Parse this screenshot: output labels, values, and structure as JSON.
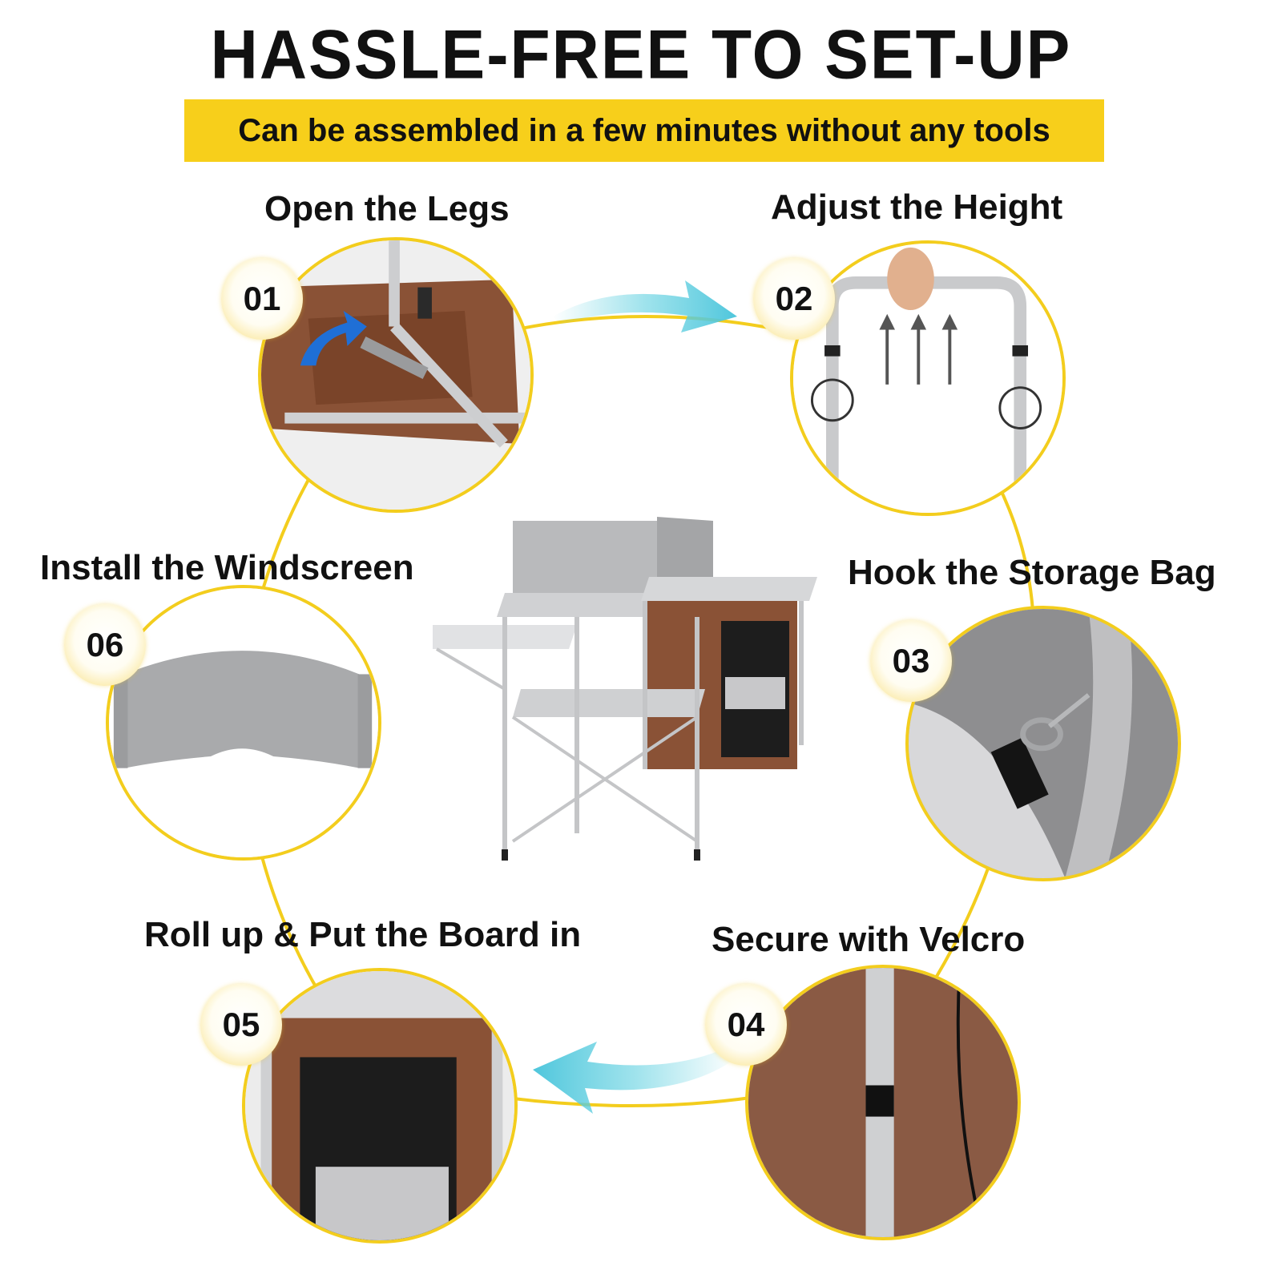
{
  "header": {
    "title": "HASSLE-FREE TO SET-UP",
    "subtitle": "Can be assembled in a few minutes without any tools"
  },
  "colors": {
    "accent_yellow": "#f7cf1b",
    "circle_border": "#f3cd1d",
    "arrow_cyan": "#5fd0e0",
    "fabric_brown": "#8a5236",
    "aluminum": "#c9cacc"
  },
  "steps": [
    {
      "number": "01",
      "label": "Open the Legs"
    },
    {
      "number": "02",
      "label": "Adjust the Height"
    },
    {
      "number": "03",
      "label": "Hook the Storage Bag"
    },
    {
      "number": "04",
      "label": "Secure with Velcro"
    },
    {
      "number": "05",
      "label": "Roll up & Put the Board in"
    },
    {
      "number": "06",
      "label": "Install the Windscreen"
    }
  ],
  "icons": {
    "flow_arrow_top": "curved-arrow-right-icon",
    "flow_arrow_bottom": "curved-arrow-left-icon"
  }
}
